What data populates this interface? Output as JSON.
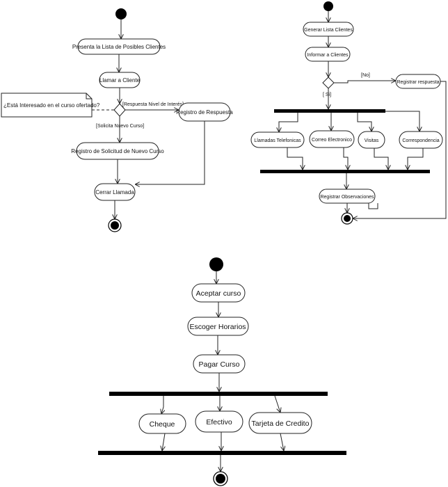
{
  "colors": {
    "ink": "#111111",
    "bar": "#000000",
    "background": "#ffffff"
  },
  "diagram1": {
    "actions": {
      "present_list": "Presenta la Lista de Posibles Clientes",
      "call_client": "Llamar a Cliente",
      "register_response": "Registro de Respuesta",
      "register_request": "Registro de Solicitud de Nuevo Curso",
      "end_call": "Cerrar Llamada"
    },
    "note": "¿Está Interesado en el curso ofertado?",
    "guards": {
      "interest_level": "[Respuesta Nivel de Interés]",
      "new_course": "[Solicita Nuevo Curso]"
    }
  },
  "diagram2": {
    "actions": {
      "generate_list": "Generar Lista Clientes",
      "inform_clients": "Informar a Clientes",
      "register_response": "Registrar respuesta",
      "phone_calls": "Llamadas Telefonicas",
      "email": "Correo Electronico",
      "visits": "Visitas",
      "mail": "Correspondencia",
      "register_notes": "Registrar Observaciones"
    },
    "guards": {
      "no": "[No]",
      "yes": "[ Si]"
    }
  },
  "diagram3": {
    "actions": {
      "accept_course": "Aceptar curso",
      "choose_schedule": "Escoger Horarios",
      "pay_course": "Pagar Curso",
      "check": "Cheque",
      "cash": "Efectivo",
      "credit_card": "Tarjeta de Credito"
    }
  }
}
